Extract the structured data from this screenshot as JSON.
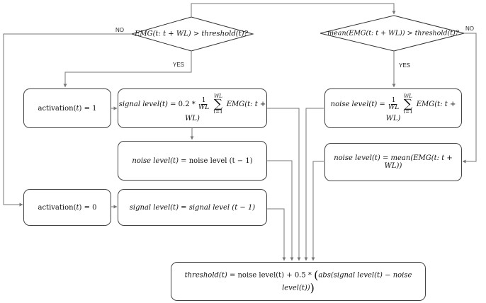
{
  "decision_1": {
    "expr": "EMG(t: t + WL) > threshold(t)?",
    "no_label": "NO",
    "yes_label": "YES"
  },
  "decision_2": {
    "expr": "mean(EMG(t: t + WL)) > threshold(t)?",
    "no_label": "NO",
    "yes_label": "YES"
  },
  "boxes": {
    "activation_1": {
      "lhs": "activation",
      "arg": "t",
      "rhs": "1"
    },
    "activation_0": {
      "lhs": "activation",
      "arg": "t",
      "rhs": "0"
    },
    "signal_update": {
      "lhs": "signal level(t)",
      "coef": "= 0.2 *",
      "frac_num": "1",
      "frac_den": "WL",
      "sum_top": "WL",
      "sum_bottom": "t=1",
      "term": "EMG(t: t + WL)"
    },
    "signal_hold": {
      "text": "signal level(t) = signal level (t − 1)"
    },
    "noise_hold_left": {
      "lhs": "noise level(t)",
      "rhs": "= noise level (t − 1)"
    },
    "noise_update": {
      "lhs": "noise level(t) =",
      "frac_num": "1",
      "frac_den": "WL",
      "sum_top": "WL",
      "sum_bottom": "t=1",
      "term": "EMG(t: t + WL)"
    },
    "noise_mean": {
      "text": "noise level(t) = mean(EMG(t: t + WL))"
    },
    "threshold": {
      "lhs": "threshold(t)",
      "mid": "= noise level(t) + 0.5 *",
      "inner": "abs(signal level(t) − noise level(t))"
    }
  },
  "line_color": "#777777"
}
